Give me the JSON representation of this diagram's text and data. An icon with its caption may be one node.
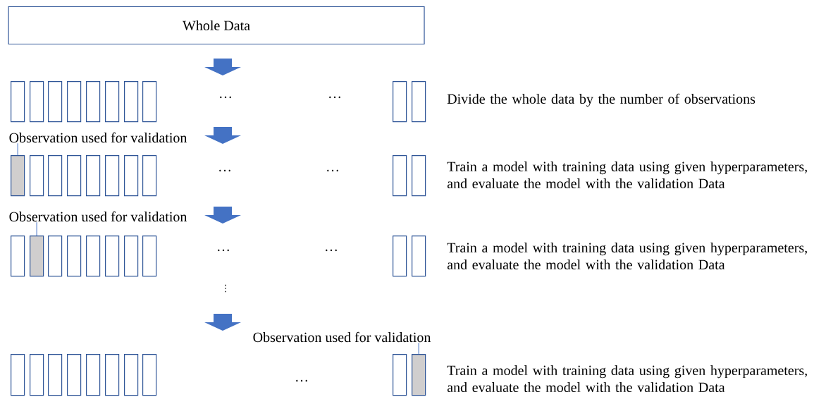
{
  "diagram": {
    "nodes": [
      {
        "text": [
          "Whole Data"
        ]
      },
      {
        "text": [],
        "shape": "box"
      },
      {
        "text": [],
        "shape": "box"
      },
      {
        "text": [],
        "shape": "box"
      },
      {
        "text": [],
        "shape": "box"
      },
      {
        "text": [],
        "shape": "box"
      },
      {
        "text": [],
        "shape": "box"
      },
      {
        "text": [],
        "shape": "box"
      },
      {
        "text": [],
        "shape": "box"
      },
      {
        "text": [],
        "shape": "box"
      },
      {
        "text": [],
        "shape": "box"
      },
      {
        "text": [
          "Observation used for validation"
        ]
      },
      {
        "text": [],
        "shape": "box"
      },
      {
        "text": [],
        "shape": "box"
      },
      {
        "text": [],
        "shape": "box"
      },
      {
        "text": [],
        "shape": "box"
      },
      {
        "text": [],
        "shape": "box"
      },
      {
        "text": [],
        "shape": "box"
      },
      {
        "text": [],
        "shape": "box"
      },
      {
        "text": [],
        "shape": "box"
      },
      {
        "text": [],
        "shape": "box"
      },
      {
        "text": [],
        "shape": "box"
      },
      {
        "text": [
          "Observation used for validation"
        ]
      },
      {
        "text": [],
        "shape": "box"
      },
      {
        "text": [],
        "shape": "box"
      },
      {
        "text": [],
        "shape": "box"
      },
      {
        "text": [],
        "shape": "box"
      },
      {
        "text": [],
        "shape": "box"
      },
      {
        "text": [],
        "shape": "box"
      },
      {
        "text": [],
        "shape": "box"
      },
      {
        "text": [],
        "shape": "box"
      },
      {
        "text": [],
        "shape": "box"
      },
      {
        "text": [],
        "shape": "box"
      },
      {
        "text": [
          "Observation used for validation"
        ]
      },
      {
        "text": [],
        "shape": "box"
      },
      {
        "text": [],
        "shape": "box"
      },
      {
        "text": [],
        "shape": "box"
      },
      {
        "text": [],
        "shape": "box"
      },
      {
        "text": [],
        "shape": "box"
      },
      {
        "text": [],
        "shape": "box"
      },
      {
        "text": [],
        "shape": "box"
      },
      {
        "text": [],
        "shape": "box"
      },
      {
        "text": [],
        "shape": "box"
      },
      {
        "text": [],
        "shape": "box"
      }
    ],
    "edges": [
      {
        "from": 11,
        "to": 12,
        "arrow": "none"
      },
      {
        "from": 22,
        "to": 24,
        "arrow": "none"
      },
      {
        "from": 33,
        "to": 43,
        "arrow": "none"
      }
    ],
    "labels": [
      "…",
      "…",
      "Divide the whole data by the number of observations",
      "…",
      "…",
      "Train a model with training data using given hyperparameters, and evaluate the model with the validation Data",
      "…",
      "…",
      "Train a model with training data using given hyperparameters, and evaluate the model with the validation Data",
      "⋮",
      "…",
      "Train a model with training data using given hyperparameters, and evaluate the model with the validation Data"
    ]
  }
}
